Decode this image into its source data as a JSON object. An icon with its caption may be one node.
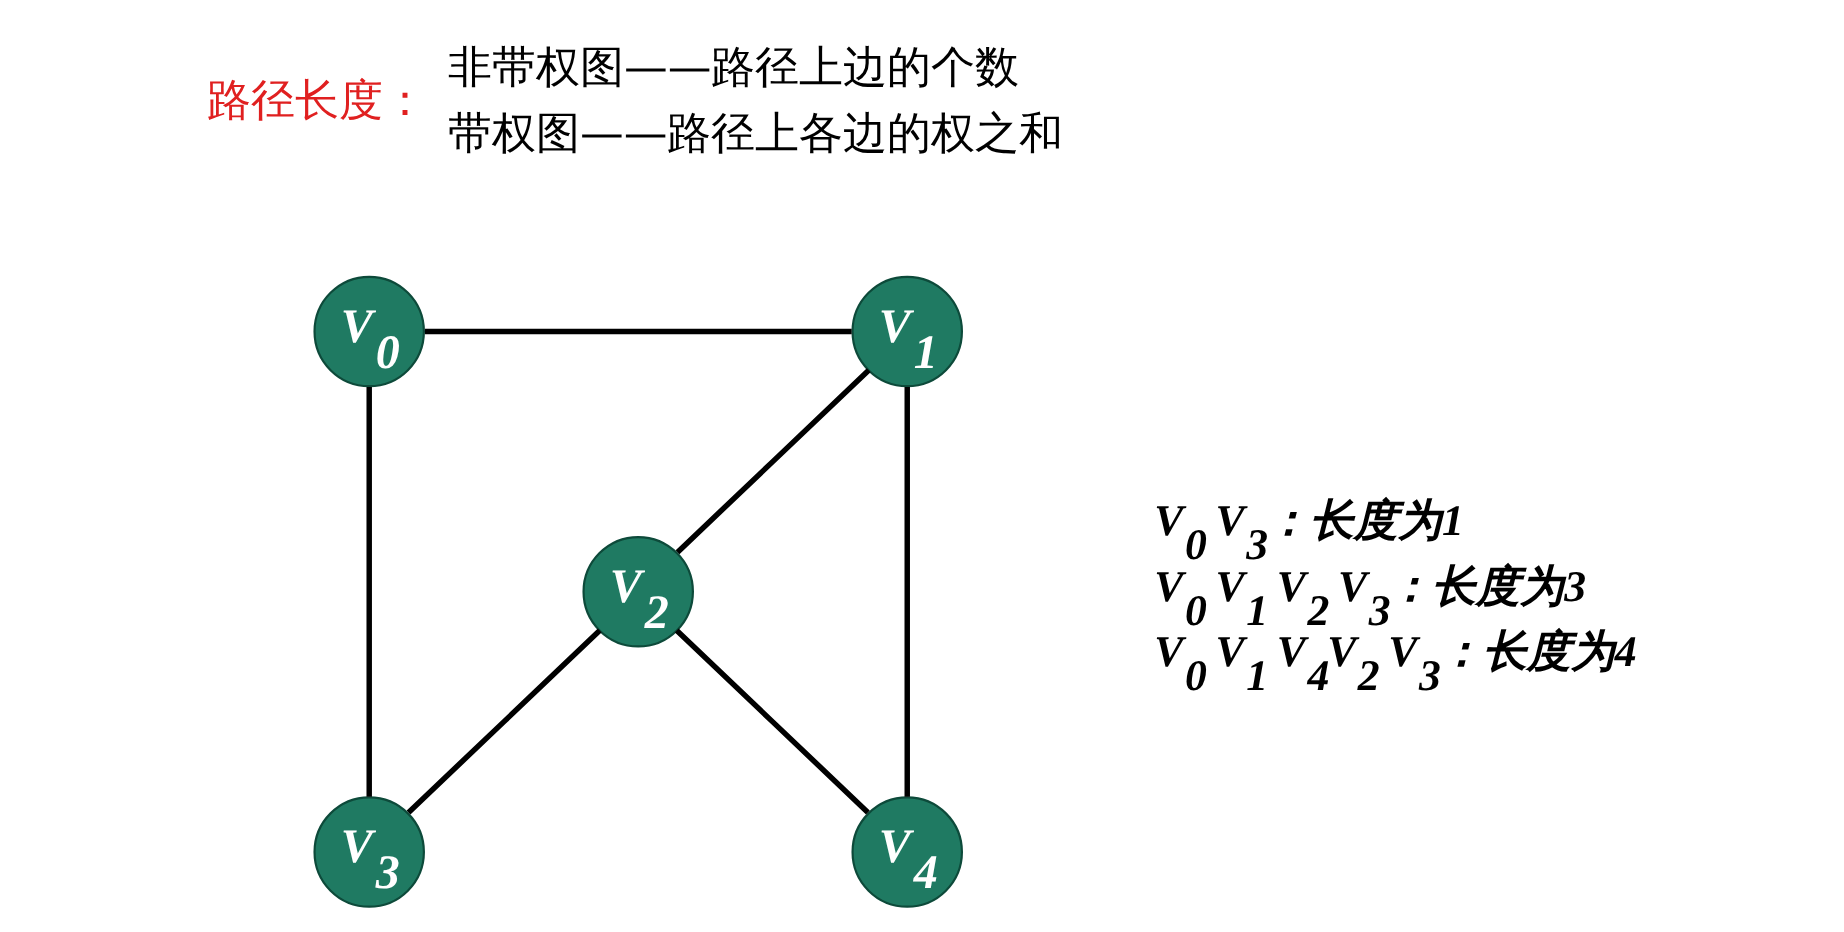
{
  "diagram": {
    "nodes": [
      {
        "text": [
          "V$_{0}$"
        ]
      },
      {
        "text": [
          "V$_{1}$"
        ]
      },
      {
        "text": [
          "V$_{2}$"
        ]
      },
      {
        "text": [
          "V$_{3}$"
        ]
      },
      {
        "text": [
          "V$_{4}$"
        ]
      }
    ],
    "edges": [
      {
        "from": 0,
        "to": 1,
        "arrow": "none"
      },
      {
        "from": 0,
        "to": 3,
        "arrow": "none"
      },
      {
        "from": 1,
        "to": 2,
        "arrow": "none"
      },
      {
        "from": 1,
        "to": 4,
        "arrow": "none"
      },
      {
        "from": 2,
        "to": 3,
        "arrow": "none"
      },
      {
        "from": 2,
        "to": 4,
        "arrow": "none"
      }
    ],
    "labels": [
      "路径长度：",
      "非带权图——路径上边的个数",
      "带权图——路径上各边的权之和",
      "V$_{0}$ V$_{3}$：长度为1",
      "V$_{0}$ V$_{1}$ V$_{2}$ V$_{3}$：长度为3",
      "V$_{0}$ V$_{1}$ V$_{4}$V$_{2}$ V$_{3}$：长度为4"
    ]
  }
}
